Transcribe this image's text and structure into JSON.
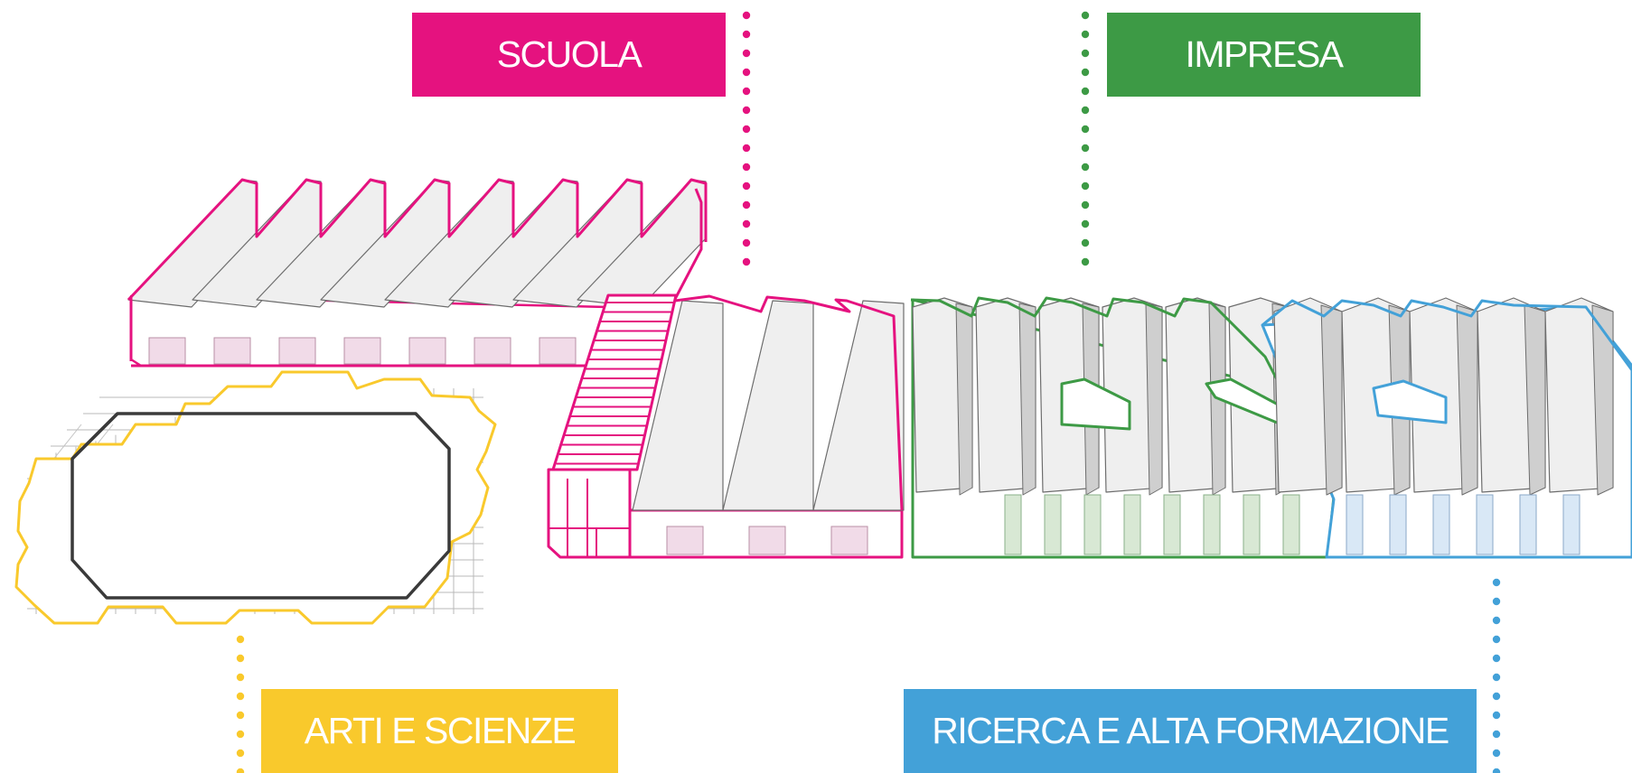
{
  "labels": {
    "scuola": "SCUOLA",
    "impresa": "IMPRESA",
    "arti": "ARTI E SCIENZE",
    "ricerca": "RICERCA E ALTA FORMAZIONE"
  },
  "colors": {
    "scuola": "#e5127f",
    "impresa": "#3d9a45",
    "arti": "#f9c92c",
    "ricerca": "#43a1d8",
    "dark": "#3a3a3a",
    "roof_light": "#efefef",
    "roof_dark": "#cfcfcf",
    "fill_pink": "#f1dbe8",
    "fill_green": "#d8e8d4",
    "fill_blue": "#d9e8f6"
  }
}
